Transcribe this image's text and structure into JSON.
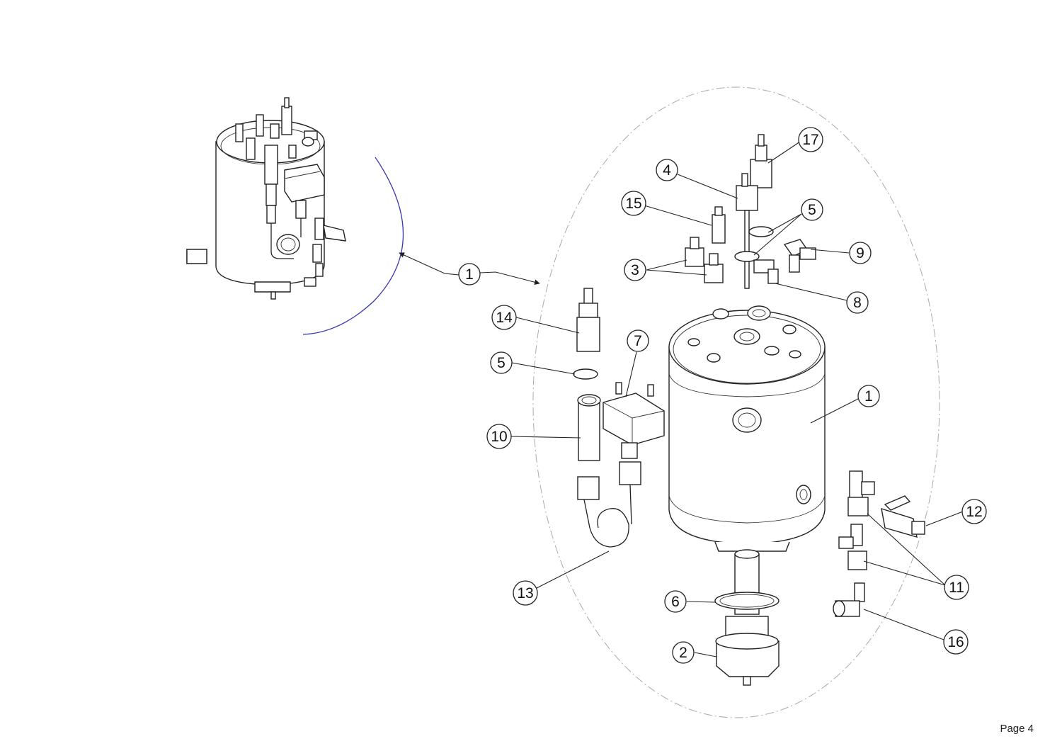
{
  "page_label": "Page 4",
  "callouts": [
    "1",
    "1",
    "2",
    "3",
    "4",
    "5",
    "5",
    "6",
    "7",
    "8",
    "9",
    "10",
    "11",
    "12",
    "13",
    "14",
    "15",
    "16",
    "17"
  ]
}
